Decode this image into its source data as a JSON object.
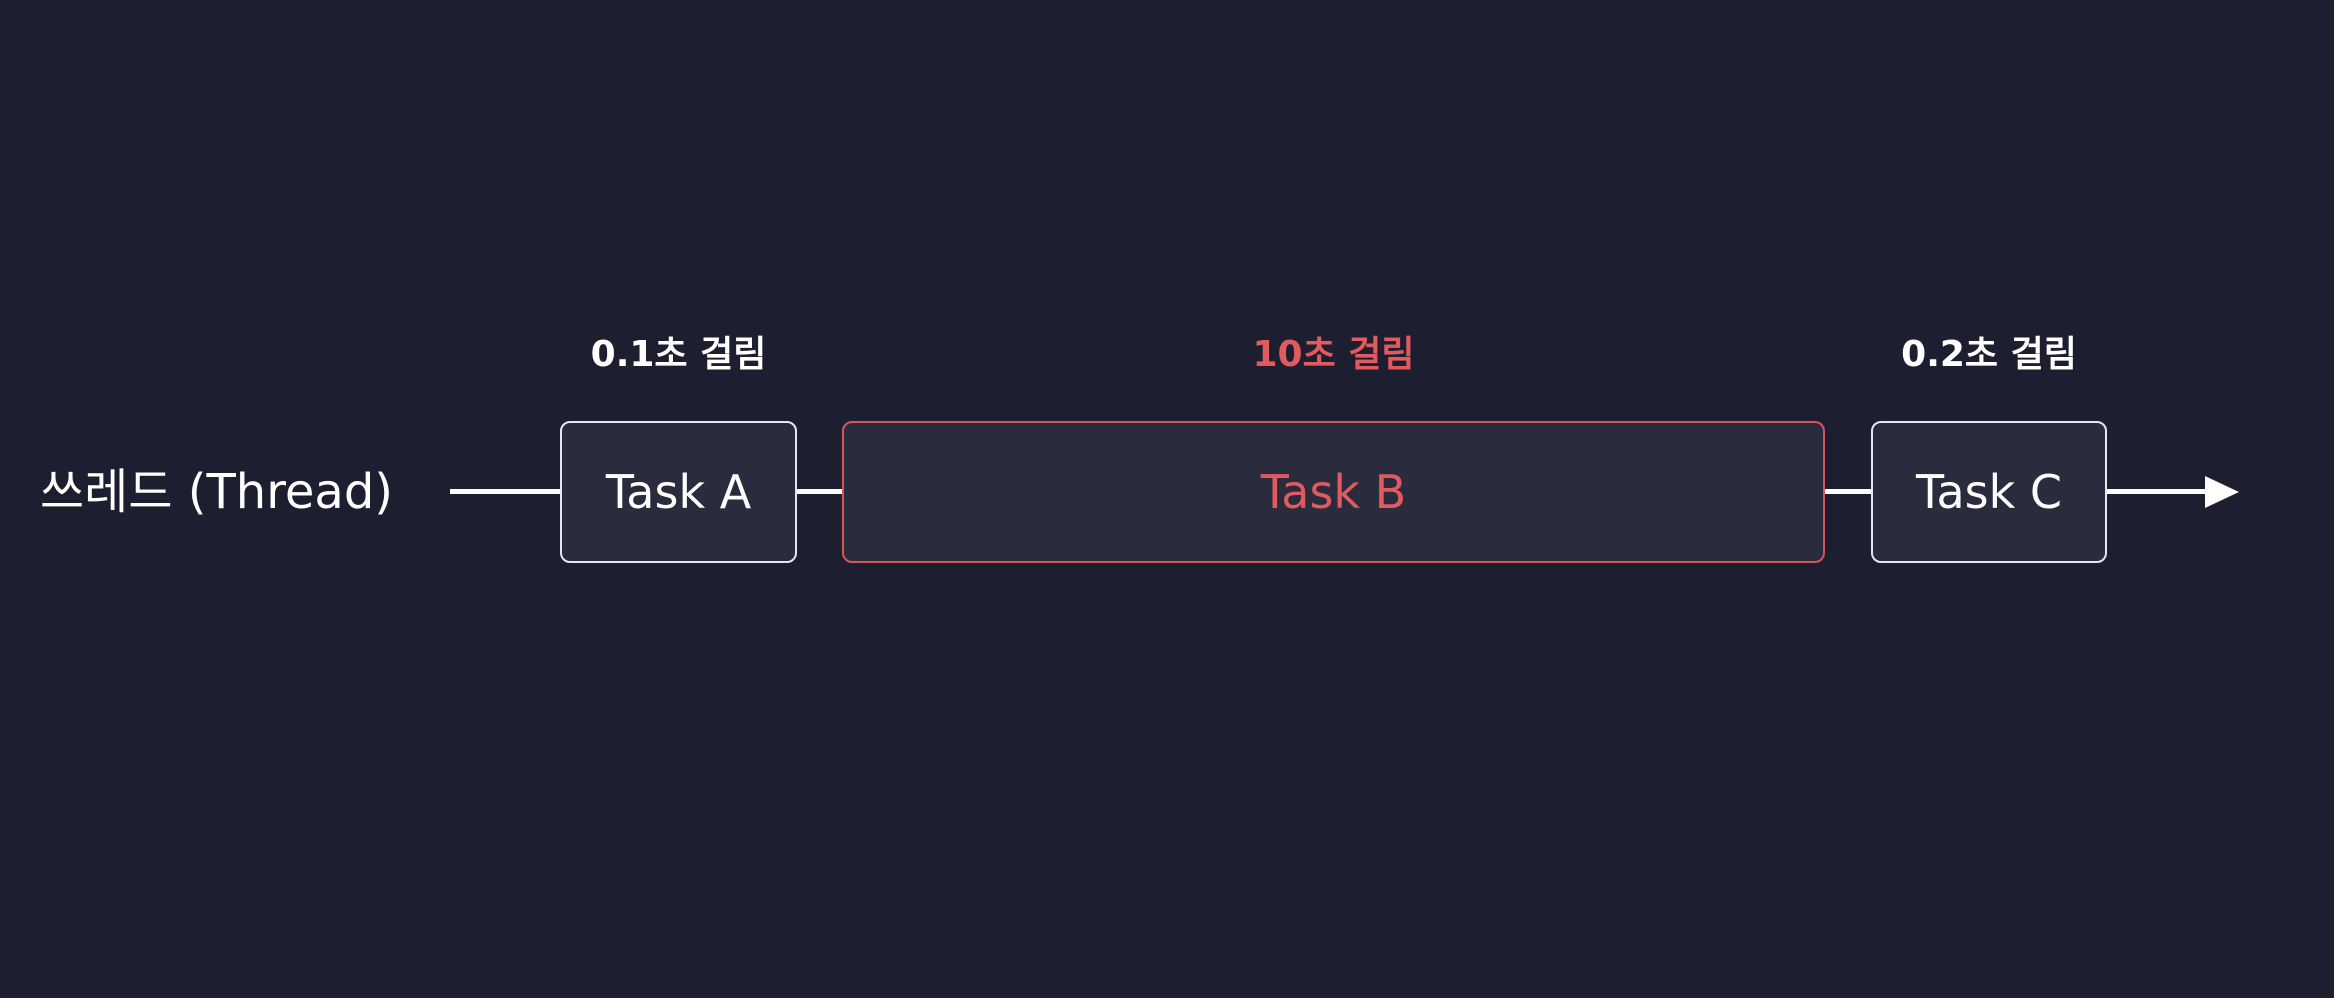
{
  "thread": {
    "label": "쓰레드 (Thread)"
  },
  "tasks": [
    {
      "label": "Task A",
      "duration": "0.1초 걸림",
      "highlighted": false
    },
    {
      "label": "Task B",
      "duration": "10초 걸림",
      "highlighted": true
    },
    {
      "label": "Task C",
      "duration": "0.2초 걸림",
      "highlighted": false
    }
  ],
  "colors": {
    "background": "#1d1e2f",
    "box_fill": "#2a2b3d",
    "normal": "#ffffff",
    "highlight": "#e05a5f"
  }
}
